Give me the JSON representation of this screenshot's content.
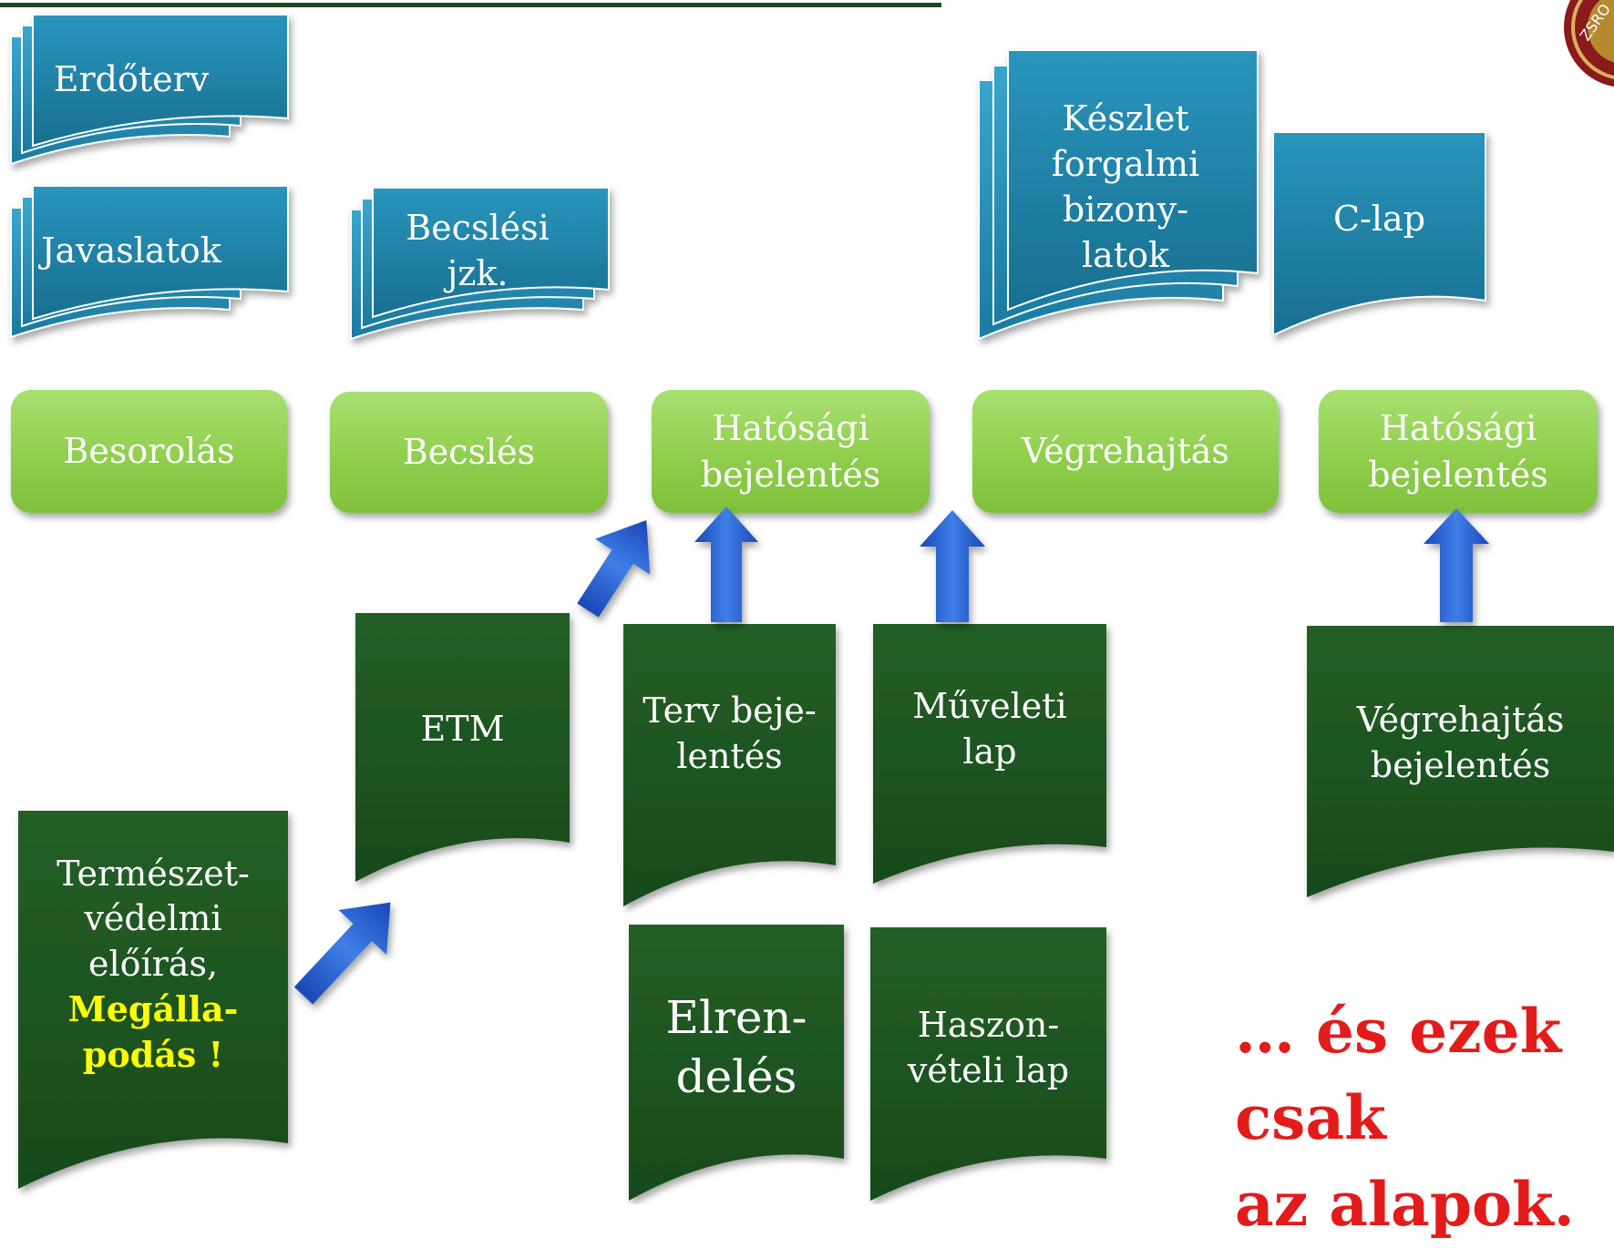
{
  "blue_docs": {
    "erdoterv": "Erdőterv",
    "javaslatok": "Javaslatok",
    "becslesi": "Becslési\njzk.",
    "keszlet": "Készlet\nforgalmi\nbizony-\nlatok",
    "c_lap": "C-lap"
  },
  "steps": {
    "besorolas": "Besorolás",
    "becsles": "Becslés",
    "hatosagi_1": "Hatósági\nbejelentés",
    "vegrehajtas": "Végrehajtás",
    "hatosagi_2": "Hatósági\nbejelentés"
  },
  "green_docs": {
    "etm": "ETM",
    "terv": "Terv beje-\nlentés",
    "muveleti": "Műveleti\nlap",
    "vegrehajtas_bej": "Végrehajtás\nbejelentés",
    "termeszet_text": "Természet-\nvédelmi\nelőírás,",
    "termeszet_highlight": "Megálla-\npodás !",
    "elrendeles": "Elren-\ndelés",
    "haszonveteli": "Haszon-\nvételi lap"
  },
  "note": "… és ezek csak\naz alapok.",
  "colors": {
    "blue_doc": "#1e7fa3",
    "green_step": "#92d050",
    "green_doc": "#1f5522",
    "arrow": "#2457c9",
    "note": "#e31b1b",
    "highlight": "#ffff00"
  }
}
